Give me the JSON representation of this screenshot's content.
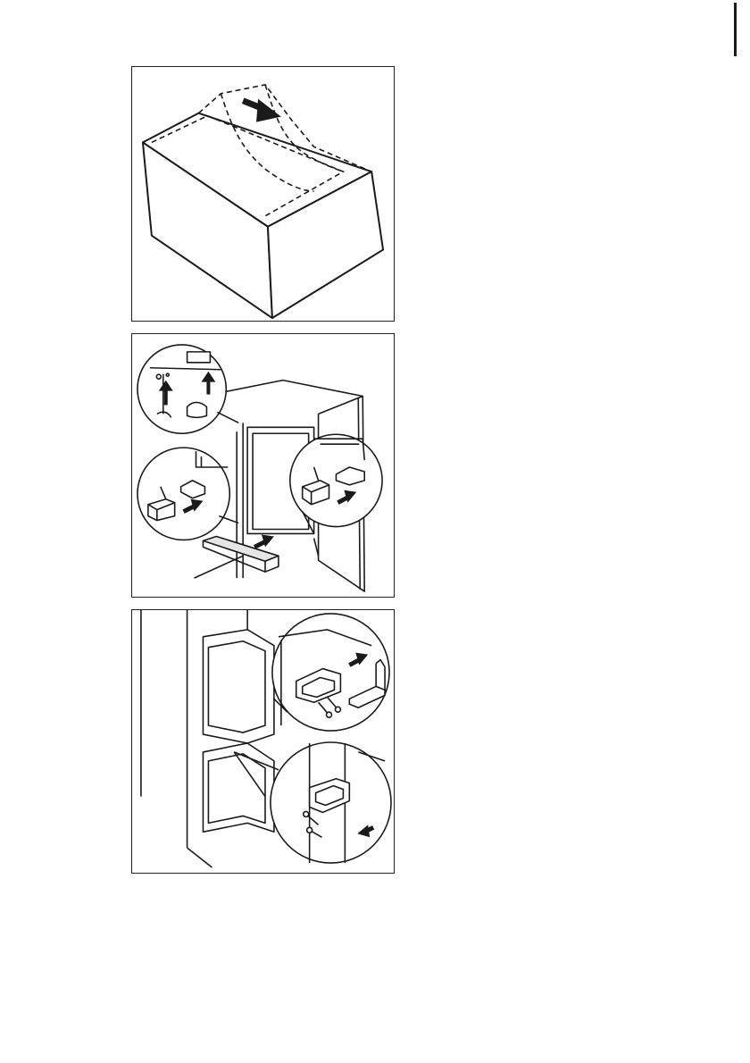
{
  "page": {
    "figures": [
      {
        "id": "fig1",
        "subject": "carton-removal"
      },
      {
        "id": "fig2",
        "subject": "door-hinge-covers"
      },
      {
        "id": "fig3",
        "subject": "door-bracket-screws"
      }
    ],
    "colors": {
      "line": "#1a1a1a",
      "fill": "#ffffff",
      "shade": "#e6e6e6"
    }
  }
}
